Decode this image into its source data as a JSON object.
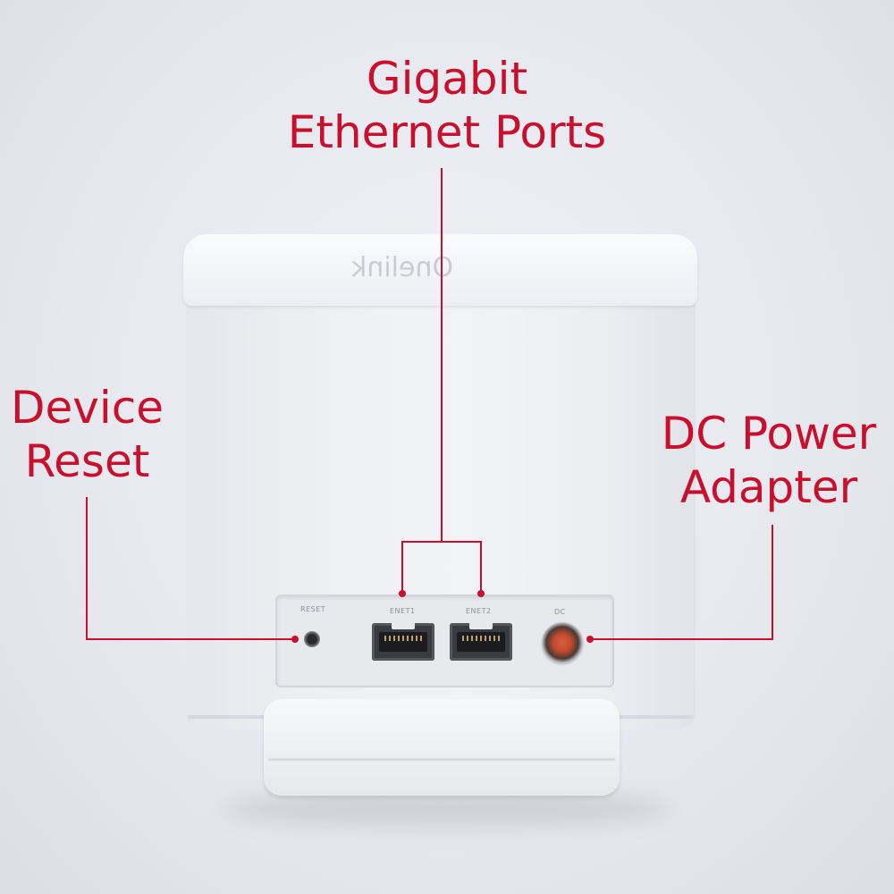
{
  "callouts": {
    "gigabit": {
      "line1": "Gigabit",
      "line2": "Ethernet Ports"
    },
    "reset": {
      "line1": "Device",
      "line2": "Reset"
    },
    "dc": {
      "line1": "DC Power",
      "line2": "Adapter"
    }
  },
  "device": {
    "brand": "Onelink",
    "port_labels": {
      "reset": "RESET",
      "enet1": "ENET1",
      "enet2": "ENET2",
      "dc": "DC"
    }
  },
  "colors": {
    "callout_red": "#c8102e",
    "background": "#e6e8ee",
    "device_white": "#f2f3f6"
  }
}
